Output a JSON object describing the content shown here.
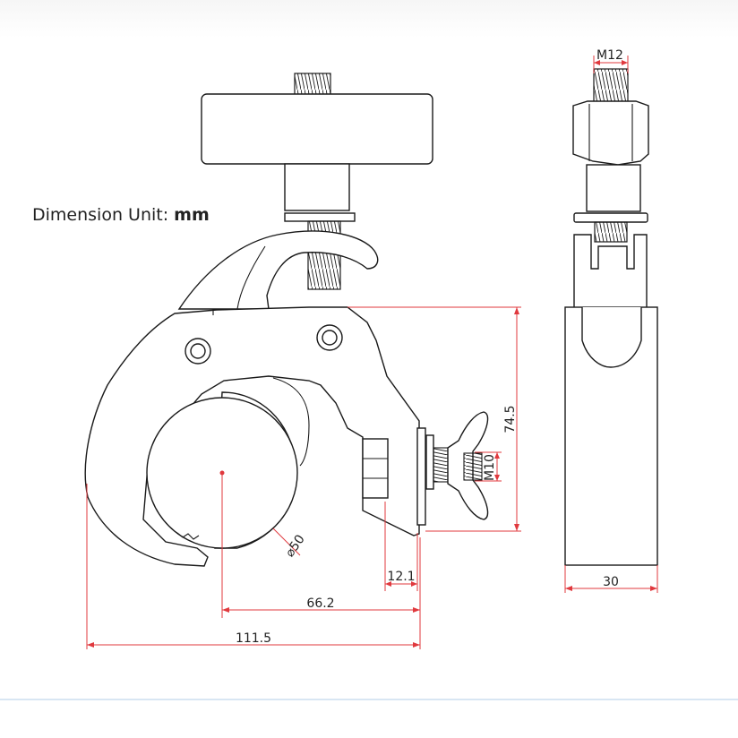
{
  "caption": {
    "prefix": "Dimension Unit: ",
    "unit": "mm"
  },
  "dimensions": {
    "thread_top": "M12",
    "thread_side": "M10",
    "height": "74.5",
    "diameter": "⌀50",
    "nut_offset": "12.1",
    "center_to_face": "66.2",
    "overall_width": "111.5",
    "side_width": "30"
  },
  "colors": {
    "dimension_line": "#e0393e",
    "outline": "#1a1a1a"
  }
}
